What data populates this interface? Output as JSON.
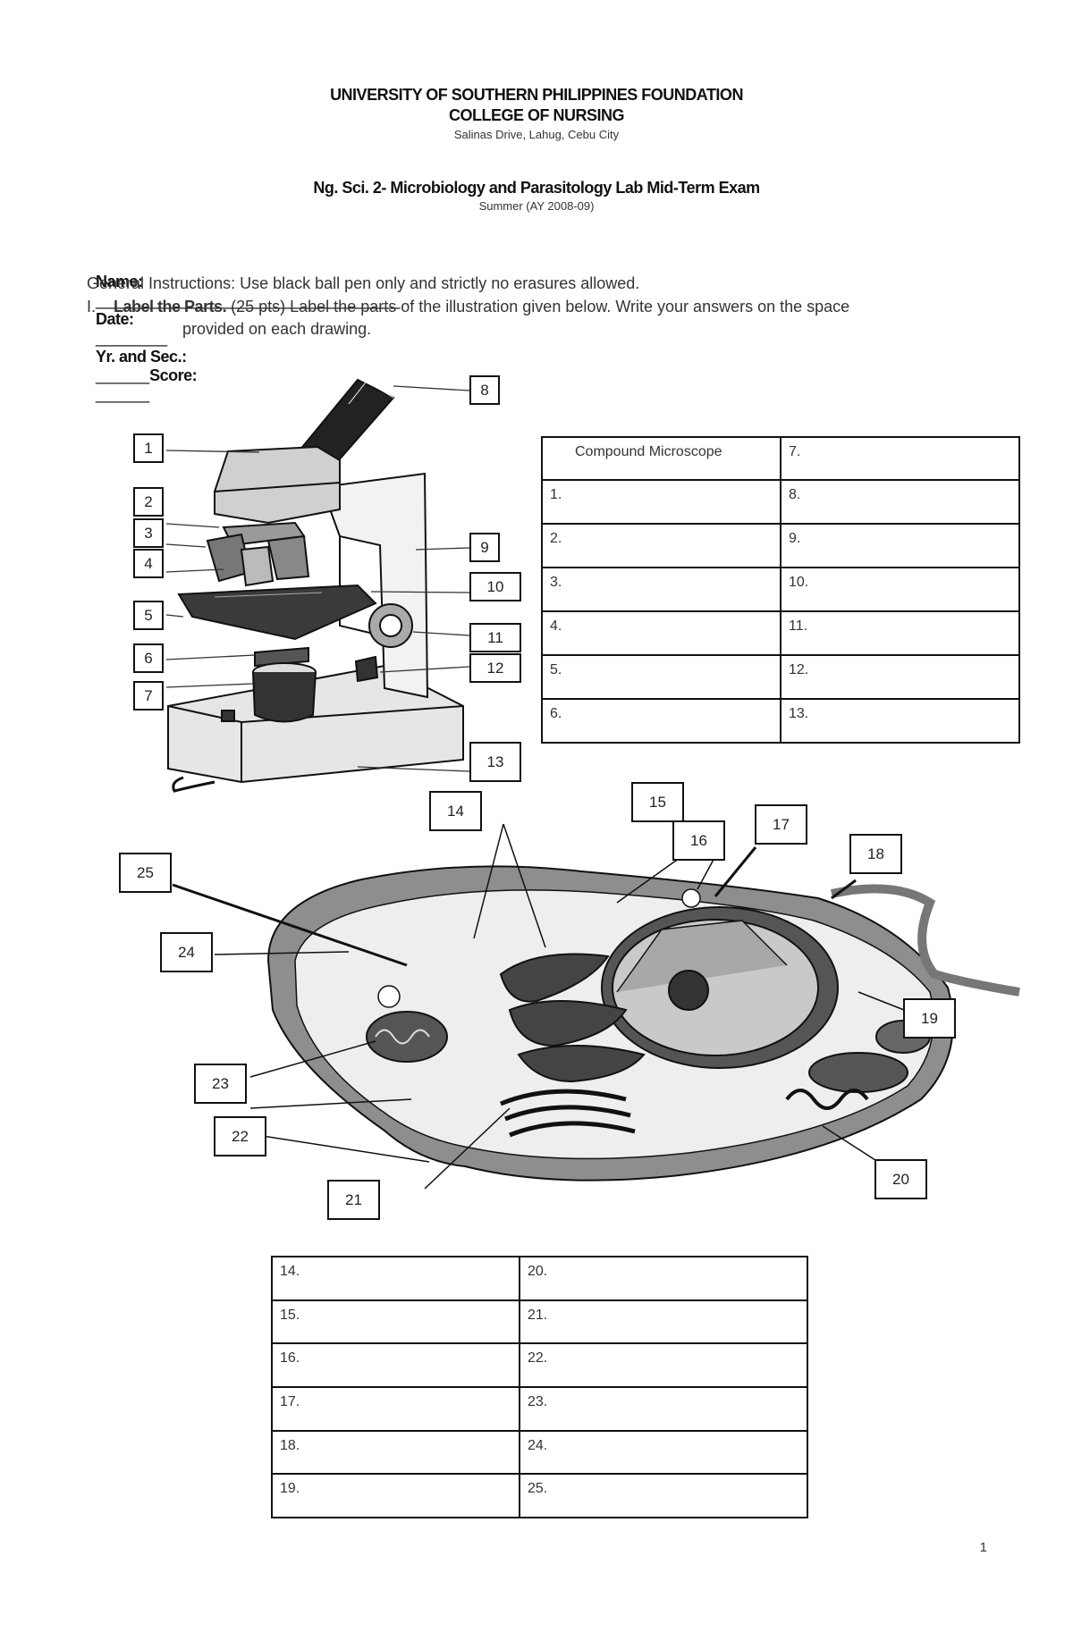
{
  "header": {
    "university": "UNIVERSITY OF SOUTHERN PHILIPPINES FOUNDATION",
    "college": "COLLEGE OF NURSING",
    "address": "Salinas Drive, Lahug, Cebu City",
    "course": "Ng. Sci. 2- Microbiology and Parasitology Lab Mid-Term Exam",
    "term": "Summer (AY 2008-09)"
  },
  "info": {
    "name_label": "Name:",
    "date_label": "Date:",
    "yr_sec_label": "Yr. and Sec.:",
    "score_label": "Score:"
  },
  "instructions": {
    "general": "General Instructions: Use black ball pen only and strictly no erasures allowed.",
    "item_number": "I.",
    "item_title": "Label the Parts.",
    "item_points": "(25 pts)",
    "item_text": "Label the parts of the illustration given below. Write your answers on the space",
    "item_text_cont": "provided on each drawing."
  },
  "microscope_labels": [
    "1",
    "2",
    "3",
    "4",
    "5",
    "6",
    "7",
    "8",
    "9",
    "10",
    "11",
    "12",
    "13"
  ],
  "cell_labels": [
    "14",
    "15",
    "16",
    "17",
    "18",
    "19",
    "20",
    "21",
    "22",
    "23",
    "24",
    "25"
  ],
  "microscope_table": {
    "header": "Compound Microscope",
    "left": [
      "1.",
      "2.",
      "3.",
      "4.",
      "5.",
      "6."
    ],
    "right": [
      "7.",
      "8.",
      "9.",
      "10.",
      "11.",
      "12.",
      "13."
    ]
  },
  "cell_table": {
    "left": [
      "14.",
      "15.",
      "16.",
      "17.",
      "18.",
      "19."
    ],
    "right": [
      "20.",
      "21.",
      "22.",
      "23.",
      "24.",
      "25."
    ]
  },
  "page_number": "1"
}
